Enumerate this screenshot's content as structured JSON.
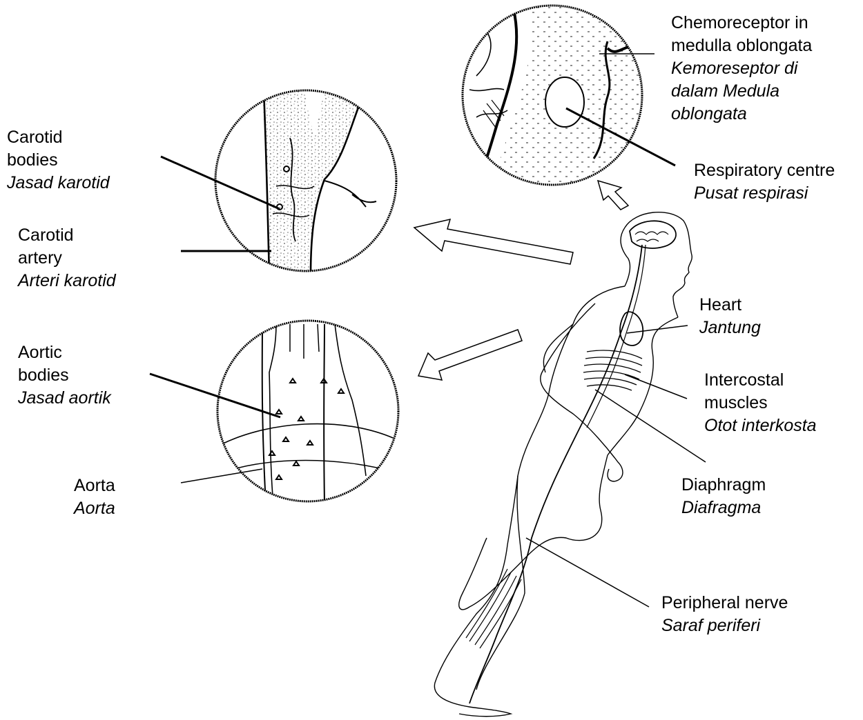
{
  "labels": {
    "chemoreceptor": {
      "en": [
        "Chemoreceptor in",
        "medulla oblongata"
      ],
      "ms": [
        "Kemoreseptor di",
        "dalam Medula",
        "oblongata"
      ]
    },
    "respiratory_centre": {
      "en": [
        "Respiratory centre"
      ],
      "ms": [
        "Pusat respirasi"
      ]
    },
    "carotid_bodies": {
      "en": [
        "Carotid",
        "bodies"
      ],
      "ms": [
        "Jasad karotid"
      ]
    },
    "carotid_artery": {
      "en": [
        "Carotid",
        "artery"
      ],
      "ms": [
        "Arteri karotid"
      ]
    },
    "aortic_bodies": {
      "en": [
        "Aortic",
        "bodies"
      ],
      "ms": [
        "Jasad aortik"
      ]
    },
    "aorta": {
      "en": [
        "Aorta"
      ],
      "ms": [
        "Aorta"
      ]
    },
    "heart": {
      "en": [
        "Heart"
      ],
      "ms": [
        "Jantung"
      ]
    },
    "intercostal": {
      "en": [
        "Intercostal",
        "muscles"
      ],
      "ms": [
        "Otot interkosta"
      ]
    },
    "diaphragm": {
      "en": [
        "Diaphragm"
      ],
      "ms": [
        "Diafragma"
      ]
    },
    "peripheral_nerve": {
      "en": [
        "Peripheral nerve"
      ],
      "ms": [
        "Saraf periferi"
      ]
    }
  }
}
